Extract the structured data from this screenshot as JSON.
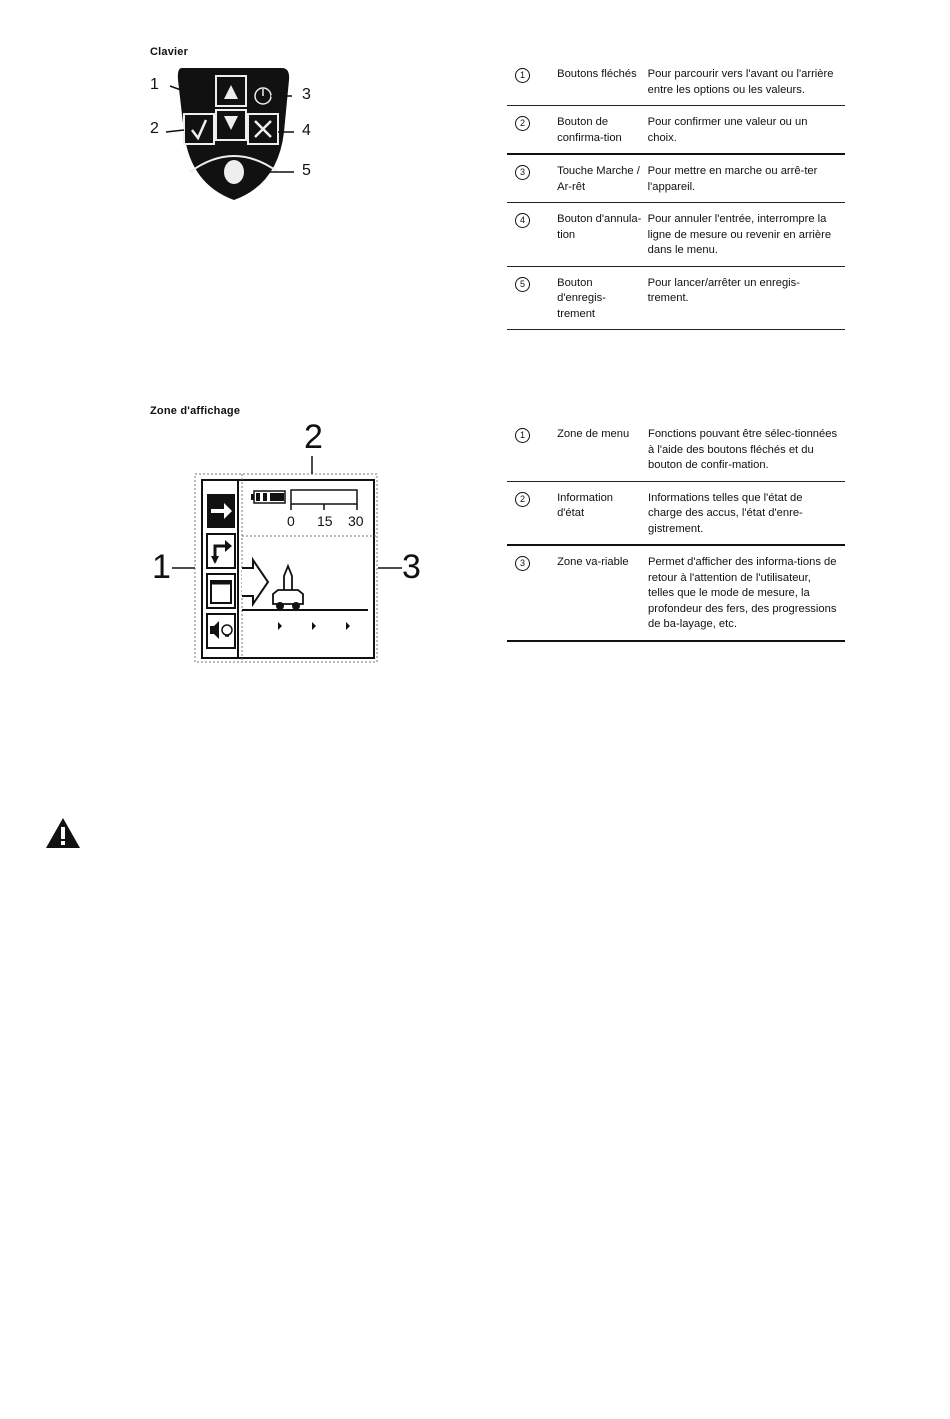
{
  "keypad": {
    "caption": "Clavier",
    "callouts": [
      "1",
      "2",
      "3",
      "4",
      "5"
    ]
  },
  "display": {
    "caption": "Zone d'affichage",
    "callouts": [
      "1",
      "2",
      "3"
    ],
    "scale_labels": [
      "0",
      "15",
      "30"
    ]
  },
  "keypad_table": [
    {
      "num": "1",
      "term": "Boutons fléchés",
      "desc": "Pour parcourir vers l'avant ou l'arrière entre les options ou les valeurs."
    },
    {
      "num": "2",
      "term": "Bouton de confirma-tion",
      "desc": "Pour confirmer une valeur ou un choix."
    },
    {
      "num": "3",
      "term": "Touche Marche / Ar-rêt",
      "desc": "Pour mettre en marche ou arrê-ter l'appareil."
    },
    {
      "num": "4",
      "term": "Bouton d'annula-tion",
      "desc": "Pour annuler l'entrée, interrompre la ligne de mesure ou revenir en arrière dans le menu."
    },
    {
      "num": "5",
      "term": "Bouton d'enregis-trement",
      "desc": "Pour lancer/arrêter un enregis-trement."
    }
  ],
  "display_table": [
    {
      "num": "1",
      "term": "Zone de menu",
      "desc": "Fonctions pouvant être sélec-tionnées à l'aide des boutons fléchés et du bouton de confir-mation."
    },
    {
      "num": "2",
      "term": "Information d'état",
      "desc": "Informations telles que l'état de charge des accus, l'état d'enre-gistrement."
    },
    {
      "num": "3",
      "term": "Zone va-riable",
      "desc": "Permet d'afficher des informa-tions de retour à l'attention de l'utilisateur, telles que le mode de mesure, la profondeur des fers, des progressions de ba-layage, etc."
    }
  ],
  "icons": {
    "warning": "warning-triangle-icon",
    "up": "arrow-up-icon",
    "down": "arrow-down-icon",
    "check": "check-icon",
    "cancel": "cross-icon",
    "power": "power-icon",
    "record": "record-icon"
  }
}
